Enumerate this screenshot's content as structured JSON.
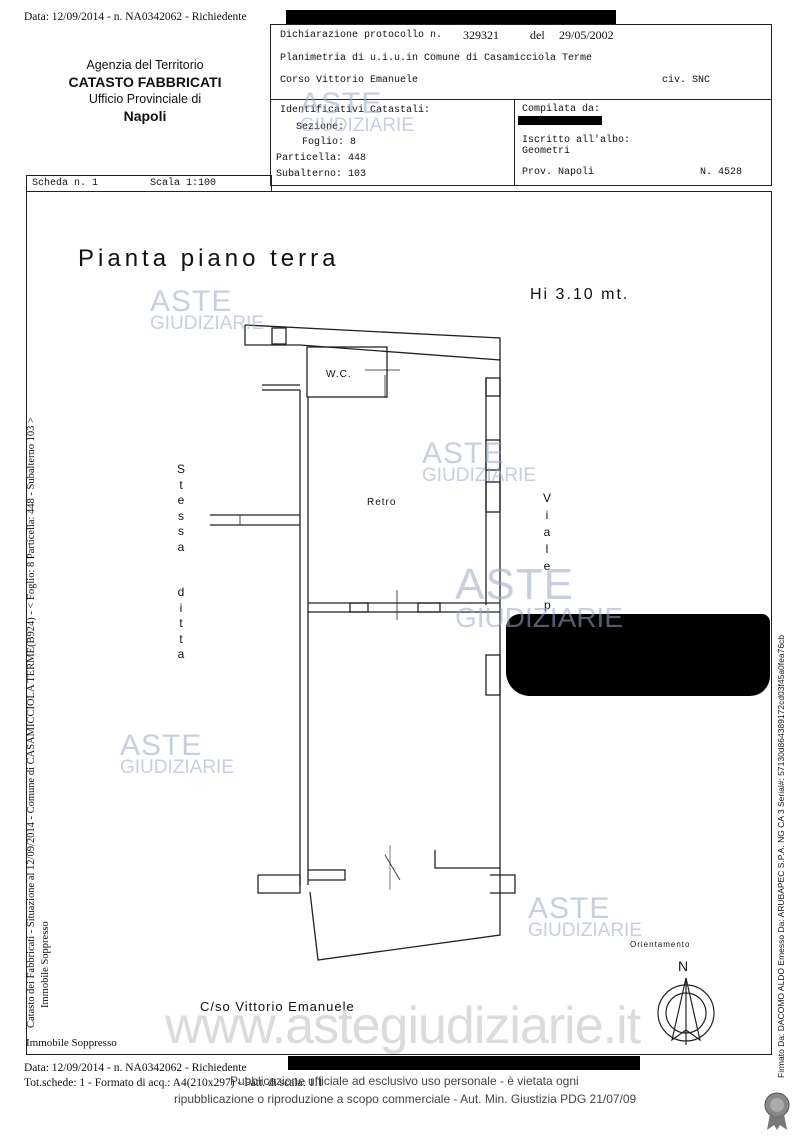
{
  "top_line": "Data: 12/09/2014 -  n. NA0342062 - Richiedente",
  "agency": {
    "line1": "Agenzia del Territorio",
    "line2": "CATASTO FABBRICATI",
    "line3": "Ufficio Provinciale di",
    "line4": "Napoli"
  },
  "protocol": {
    "label": "Dichiarazione protocollo n.",
    "number": "329321",
    "del_label": "del",
    "date": "29/05/2002",
    "planimetria": "Planimetria di u.i.u.in Comune di Casamicciola Terme",
    "address": "Corso Vittorio Emanuele",
    "civ": "civ. SNC"
  },
  "identifiers": {
    "title": "Identificativi Catastali:",
    "sezione": "Sezione:",
    "foglio": "Foglio: 8",
    "particella": "Particella: 448",
    "subalterno": "Subalterno: 103"
  },
  "compilata": {
    "title": "Compilata da:",
    "iscritto": "Iscritto all'albo:",
    "geometri": "Geometri",
    "prov": "Prov. Napoli",
    "n": "N.  4528"
  },
  "scheda": {
    "label": "Scheda n. 1",
    "scala": "Scala 1:100"
  },
  "plan": {
    "title": "Pianta piano terra",
    "height": "Hi 3.10 mt.",
    "wc": "W.C.",
    "retro": "Retro",
    "stessa": [
      "S",
      "t",
      "e",
      "s",
      "s",
      "a"
    ],
    "ditta": [
      "d",
      "i",
      "t",
      "t",
      "a"
    ],
    "viale": [
      "V",
      "i",
      "a",
      "l",
      "e"
    ],
    "p": "p",
    "street_bottom": "C/so Vittorio Emanuele",
    "orientamento": "Orientamento",
    "north": "N"
  },
  "left_vertical": "Catasto dei Fabbricati - Situazione al 12/09/2014 - Comune di CASAMICCIOLA TERME(B924) - < Foglio: 8 Particella: 448 - Subalterno 103 >",
  "left_vertical_2": "Immobile Soppresso",
  "right_vertical": "Firmato Da: DACOMO ALDO Emesso Da: ARUBAPEC S.P.A. NG CA 3 Serial#: 57130d864389172cd03f45a0fea76cb",
  "immobile_soppresso": "Immobile Soppresso",
  "bottom": {
    "line1": "Data: 12/09/2014 -  n. NA0342062 - Richiedente",
    "line2_a": "Tot.schede: 1 - Formato di acq.: A4(210x297) - Fatt. di scala: 1:1",
    "pub1": "Pubblicazione ufficiale ad esclusivo uso personale - è vietata ogni",
    "pub2": "ripubblicazione o riproduzione a scopo commerciale - Aut. Min. Giustizia PDG 21/07/09"
  },
  "watermark": {
    "aste": "ASTE",
    "giudiziarie": "GIUDIZIARIE",
    "site": "www.astegiudiziarie.it"
  }
}
